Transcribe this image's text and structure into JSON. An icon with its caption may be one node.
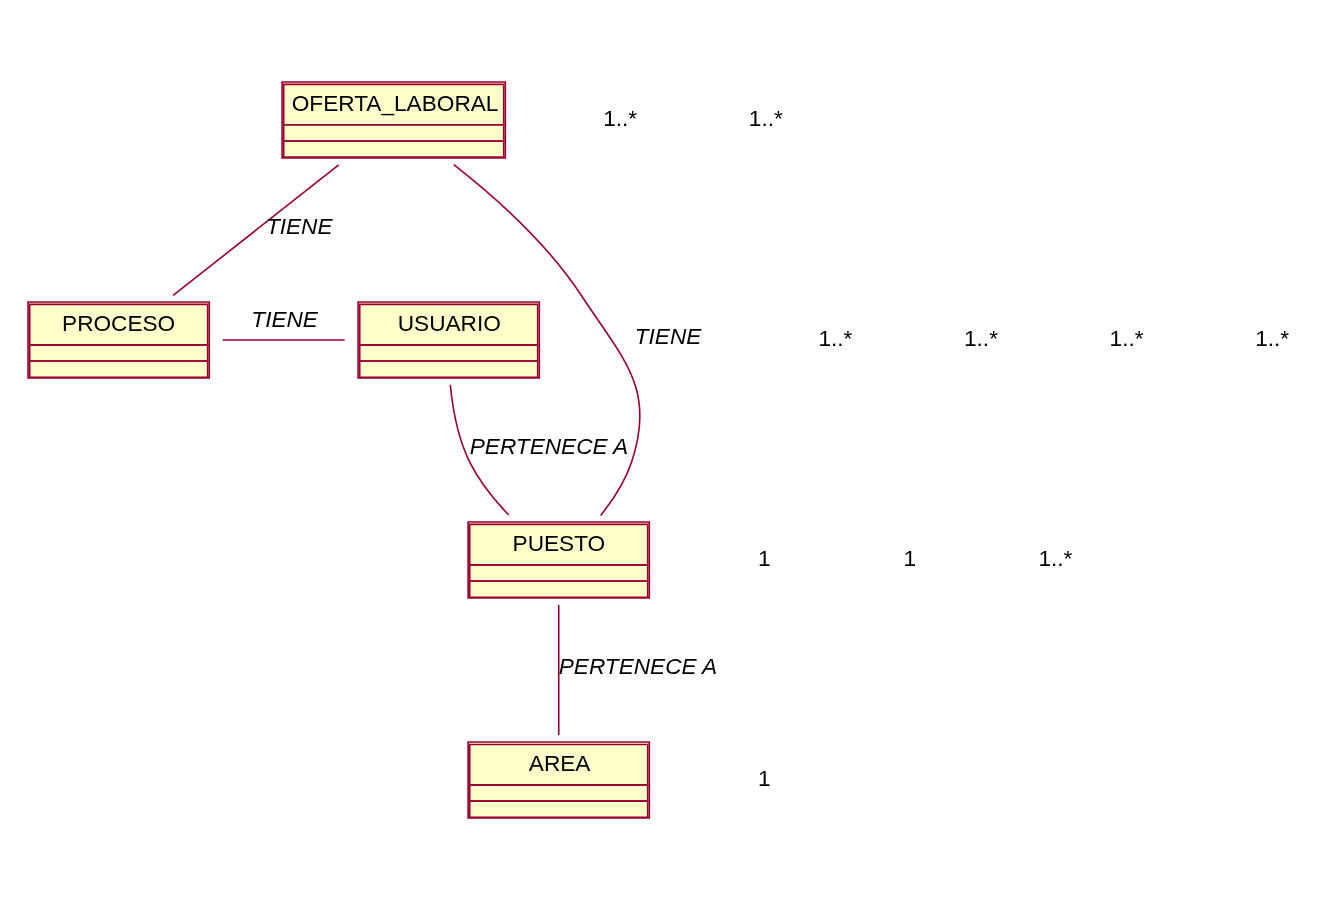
{
  "diagram": {
    "nodes": [
      {
        "text": [
          "OFERTA_LABORAL"
        ]
      },
      {
        "text": [
          "USUARIO"
        ]
      },
      {
        "text": [
          "PROCESO"
        ]
      },
      {
        "text": [
          "PUESTO"
        ]
      },
      {
        "text": [
          "AREA"
        ]
      }
    ],
    "edges": [
      {
        "from": 0,
        "to": 2,
        "arrow": "none",
        "label": "TIENE"
      },
      {
        "from": 1,
        "to": 2,
        "arrow": "none",
        "label": "TIENE"
      },
      {
        "from": 0,
        "to": 3,
        "arrow": "none",
        "label": "TIENE"
      },
      {
        "from": 1,
        "to": 3,
        "arrow": "none",
        "label": "PERTENECE A"
      },
      {
        "from": 3,
        "to": 4,
        "arrow": "none",
        "label": "PERTENECE A"
      }
    ],
    "labels": [
      "1..*",
      "1..*",
      "1..*",
      "1..*",
      "1..*",
      "1..*",
      "1",
      "1",
      "1..*",
      "1"
    ]
  }
}
